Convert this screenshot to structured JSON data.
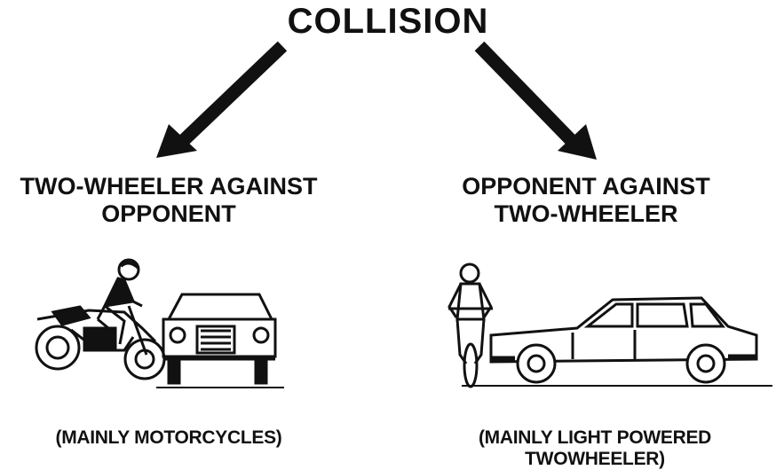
{
  "title": "COLLISION",
  "left": {
    "heading_line1": "TWO-WHEELER AGAINST",
    "heading_line2": "OPPONENT",
    "caption": "(MAINLY MOTORCYCLES)"
  },
  "right": {
    "heading_line1": "OPPONENT AGAINST",
    "heading_line2": "TWO-WHEELER",
    "caption": "(MAINLY LIGHT POWERED TWOWHEELER)"
  },
  "colors": {
    "ink": "#111111",
    "background": "#ffffff"
  }
}
